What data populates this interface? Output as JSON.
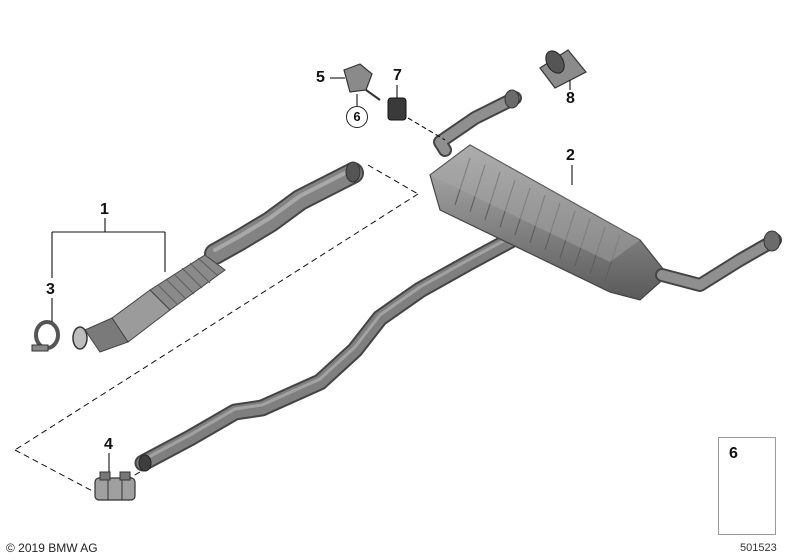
{
  "callouts": {
    "c1": "1",
    "c2": "2",
    "c3": "3",
    "c4": "4",
    "c5": "5",
    "c6": "6",
    "c7": "7",
    "c8": "8",
    "legend_part": "6"
  },
  "footer": {
    "copyright": "© 2019 BMW AG",
    "diagram_id": "501523"
  },
  "colors": {
    "pipe": "#7b7b7b",
    "pipe_dark": "#555555",
    "muffler": "#8e8e8e",
    "line": "#111111"
  }
}
